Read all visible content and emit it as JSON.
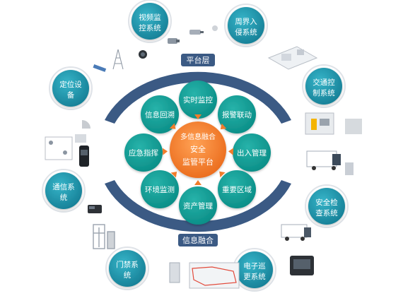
{
  "center": {
    "lines": [
      "多信息融合",
      "安全",
      "监管平台"
    ]
  },
  "ring": {
    "top_label": "平台层",
    "bottom_label": "信息融合"
  },
  "modules": [
    {
      "id": "realtime",
      "label": "实时监控"
    },
    {
      "id": "alarm",
      "label": "报警联动"
    },
    {
      "id": "access",
      "label": "出入管理"
    },
    {
      "id": "key-area",
      "label": "重要区域"
    },
    {
      "id": "asset",
      "label": "资产管理"
    },
    {
      "id": "env",
      "label": "环境监测"
    },
    {
      "id": "emergency",
      "label": "应急指挥"
    },
    {
      "id": "playback",
      "label": "信息回溯"
    }
  ],
  "systems": [
    {
      "id": "video",
      "lines": [
        "视频监",
        "控系统"
      ]
    },
    {
      "id": "perimeter",
      "lines": [
        "周界入",
        "侵系统"
      ]
    },
    {
      "id": "traffic",
      "lines": [
        "交通控",
        "制系统"
      ]
    },
    {
      "id": "security-check",
      "lines": [
        "安全检",
        "查系统"
      ]
    },
    {
      "id": "patrol",
      "lines": [
        "电子巡",
        "更系统"
      ]
    },
    {
      "id": "door",
      "lines": [
        "门禁系",
        "统"
      ]
    },
    {
      "id": "comm",
      "lines": [
        "通信系",
        "统"
      ]
    },
    {
      "id": "location",
      "lines": [
        "定位设",
        "备"
      ]
    }
  ],
  "colors": {
    "center": "#f07c2b",
    "module": "#0fa09a",
    "ring": "#3b5a84",
    "system": "#1d9bb0",
    "ring_label_bg": "#3b5a84"
  }
}
